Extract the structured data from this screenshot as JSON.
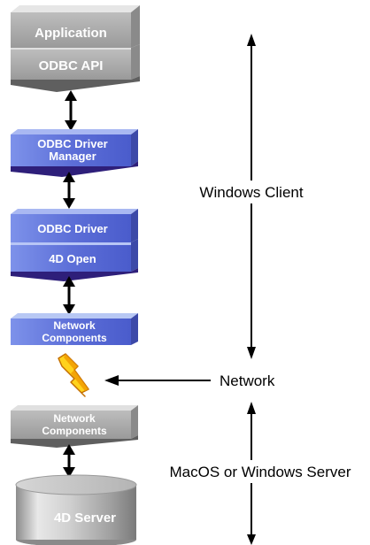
{
  "stack": {
    "application": "Application",
    "odbc_api": "ODBC API",
    "driver_manager_line1": "ODBC Driver",
    "driver_manager_line2": "Manager",
    "odbc_driver": "ODBC Driver",
    "open_4d": "4D Open",
    "client_network_line1": "Network",
    "client_network_line2": "Components",
    "server_network_line1": "Network",
    "server_network_line2": "Components",
    "server": "4D Server"
  },
  "labels": {
    "windows_client": "Windows Client",
    "network": "Network",
    "server_side": "MacOS or Windows Server"
  },
  "colors": {
    "gray_light": "#c8c8c8",
    "gray_mid": "#a6a6a6",
    "gray_dark": "#6a6a6a",
    "blue_face": "#5a6cd8",
    "blue_light": "#8fa6f0",
    "blue_dark": "#33268a",
    "bolt_yellow": "#ffd21c",
    "bolt_orange": "#e88a00"
  }
}
